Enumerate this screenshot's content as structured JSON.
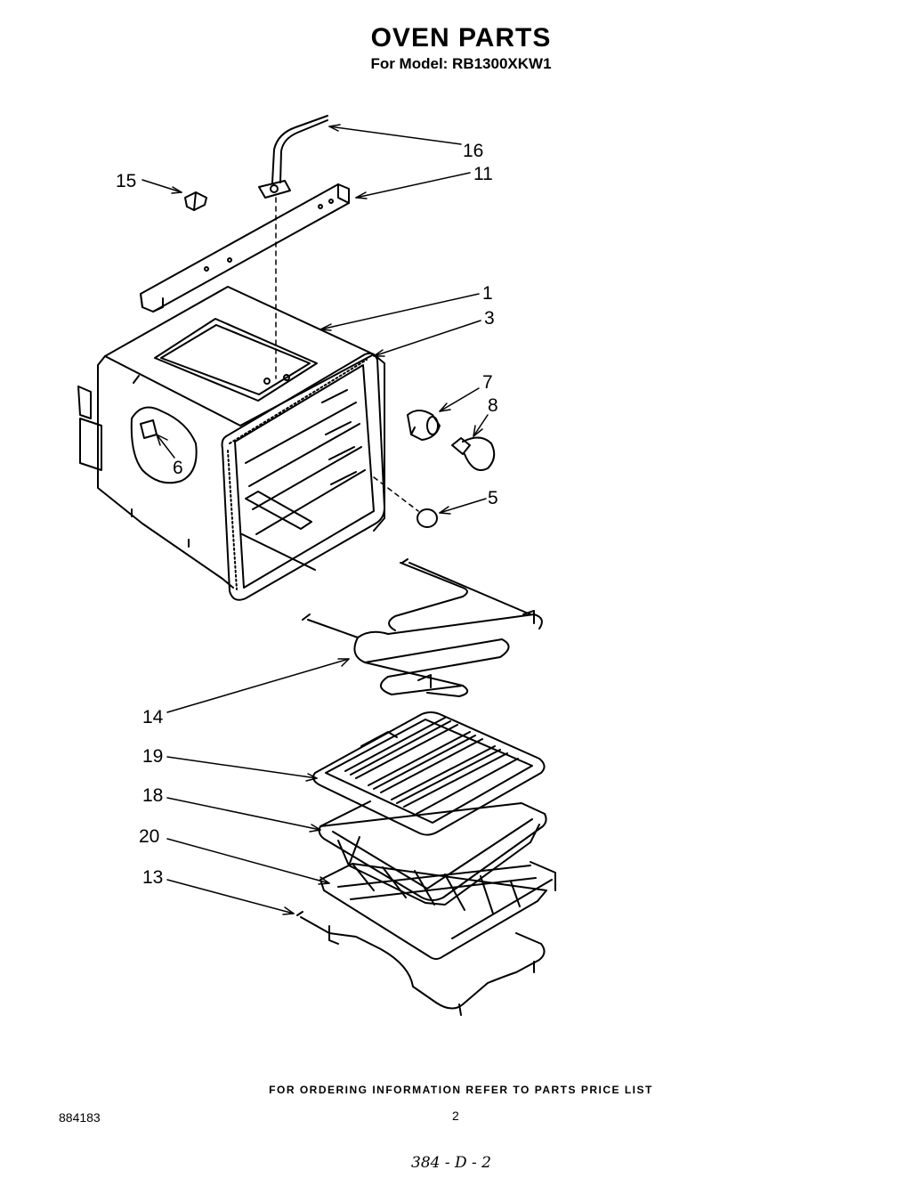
{
  "header": {
    "title": "OVEN PARTS",
    "subtitle": "For Model: RB1300XKW1"
  },
  "callouts": [
    {
      "id": "16",
      "label": "16"
    },
    {
      "id": "15",
      "label": "15"
    },
    {
      "id": "11",
      "label": "11"
    },
    {
      "id": "1",
      "label": "1"
    },
    {
      "id": "3",
      "label": "3"
    },
    {
      "id": "7",
      "label": "7"
    },
    {
      "id": "8",
      "label": "8"
    },
    {
      "id": "6",
      "label": "6"
    },
    {
      "id": "5",
      "label": "5"
    },
    {
      "id": "14",
      "label": "14"
    },
    {
      "id": "19",
      "label": "19"
    },
    {
      "id": "18",
      "label": "18"
    },
    {
      "id": "20",
      "label": "20"
    },
    {
      "id": "13",
      "label": "13"
    }
  ],
  "footer": {
    "ordering_note": "FOR ORDERING INFORMATION REFER TO PARTS PRICE LIST",
    "doc_number": "884183",
    "page_number": "2",
    "handwritten": "384 - D - 2"
  }
}
